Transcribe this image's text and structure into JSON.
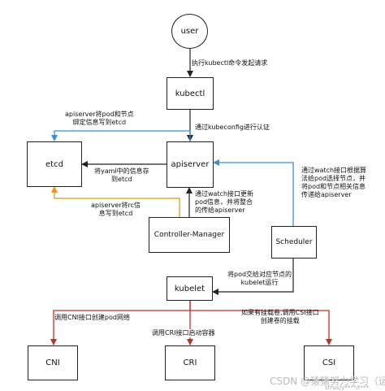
{
  "nodes": {
    "user": "user",
    "kubectl": "kubectl",
    "apiserver": "apiserver",
    "etcd": "etcd",
    "controller_manager": "Controller-Manager",
    "scheduler": "Scheduler",
    "kubelet": "kubelet",
    "cni": "CNI",
    "cri": "CRI",
    "csi": "CSI"
  },
  "edge_labels": {
    "user_to_kubectl": "执行kubectl命令发起请求",
    "kubectl_to_apiserver": "通过kubeconfig进行认证",
    "apiserver_bind_etcd": [
      "apiserver将pod和节点",
      "绑定信息写到etcd"
    ],
    "yaml_to_etcd": [
      "将yaml中的信息存",
      "到etcd"
    ],
    "rc_to_etcd": [
      "apiserver将rc信",
      "息写到etcd"
    ],
    "controller_watch": [
      "通过watch接口更新",
      "pod信息，并将整合",
      "的传给apiserver"
    ],
    "scheduler_watch": [
      "通过watch接口根据算",
      "法给pod选择节点，并",
      "将pod和节点相关信息",
      "传递给apiserver"
    ],
    "pod_to_kubelet": [
      "将pod交给对应节点的",
      "kubelet运行"
    ],
    "kubelet_to_cni": "调用CNI接口创建pod网络",
    "kubelet_to_cri": "调用CRI接口启动容器",
    "kubelet_to_csi": [
      "如果有挂载卷,调用CSI接口",
      "创建卷的挂载"
    ]
  },
  "colors": {
    "black_edge": "#222222",
    "blue_edge": "#3b8fd9",
    "orange_edge": "#e8961e",
    "red_edge": "#c0302a"
  },
  "watermark": "CSDN @猿猿努力学习（运维",
  "watermark_small": "struv/y****/t***"
}
